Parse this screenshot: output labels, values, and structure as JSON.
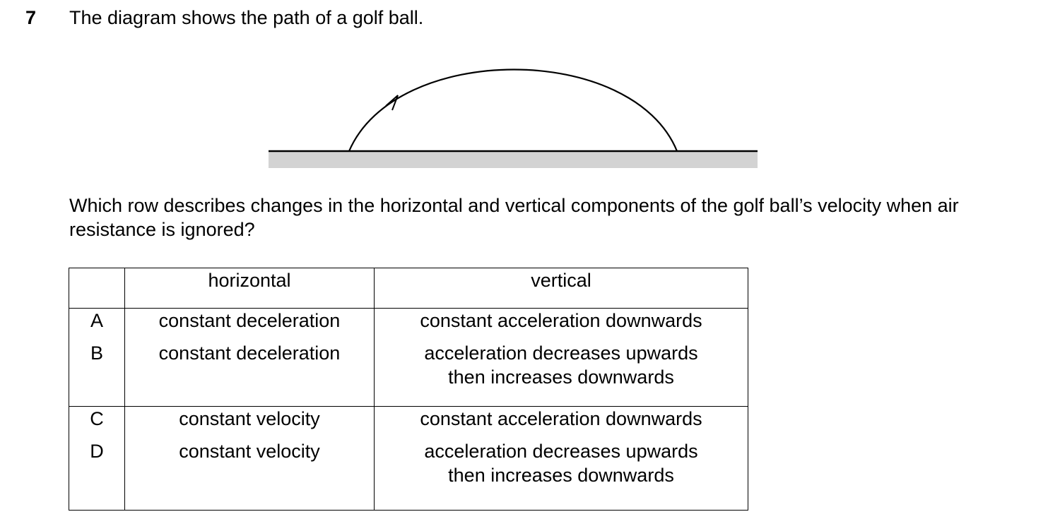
{
  "question": {
    "number": "7",
    "stem": "The diagram shows the path of a golf ball.",
    "prompt": "Which row describes changes in the horizontal and vertical components of the golf ball’s velocity when air resistance is ignored?"
  },
  "diagram": {
    "ground_color": "#d3d3d3",
    "line_color": "#000000"
  },
  "table": {
    "headers": [
      "",
      "horizontal",
      "vertical"
    ],
    "rows": [
      {
        "letter": "A",
        "horizontal": "constant deceleration",
        "vertical": [
          "constant acceleration downwards"
        ]
      },
      {
        "letter": "B",
        "horizontal": "constant deceleration",
        "vertical": [
          "acceleration decreases upwards",
          "then increases downwards"
        ]
      },
      {
        "letter": "C",
        "horizontal": "constant velocity",
        "vertical": [
          "constant acceleration downwards"
        ]
      },
      {
        "letter": "D",
        "horizontal": "constant velocity",
        "vertical": [
          "acceleration decreases upwards",
          "then increases downwards"
        ]
      }
    ]
  }
}
